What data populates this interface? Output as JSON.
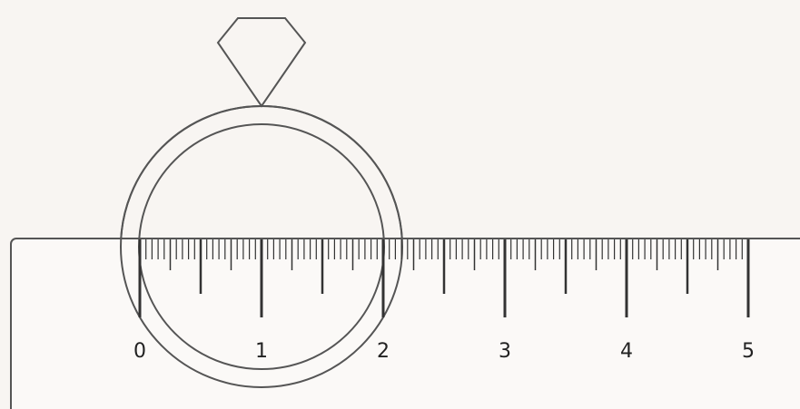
{
  "ruler": {
    "min": 0,
    "max": 5,
    "major_labels": [
      "0",
      "1",
      "2",
      "3",
      "4",
      "5"
    ],
    "subdivisions_per_unit": 20
  },
  "ring": {
    "inner_diameter_units": 2
  },
  "colors": {
    "background": "#f8f5f2",
    "line": "#555555",
    "tick": "#333333",
    "ruler_fill": "#fbf9f7",
    "ring_fill": "#f8f5f2"
  }
}
